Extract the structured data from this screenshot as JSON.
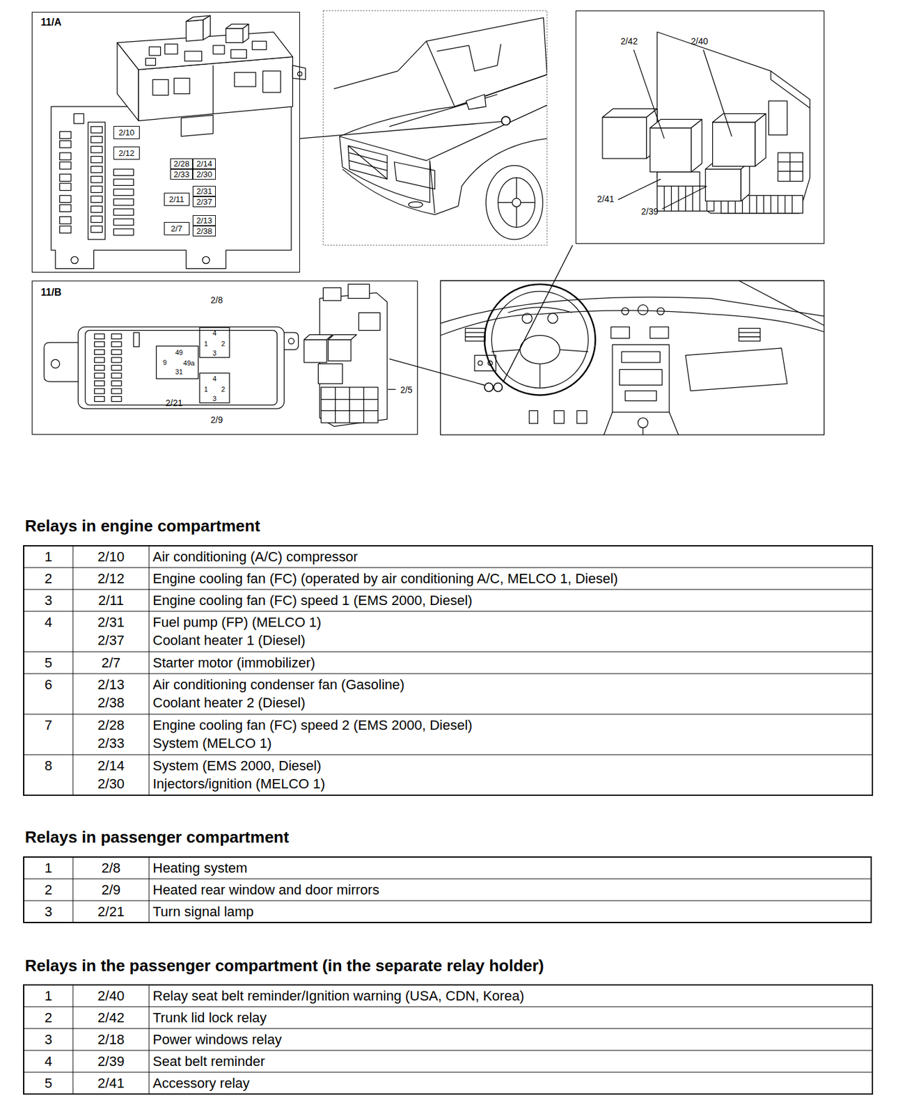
{
  "diagram": {
    "nodes": [
      {
        "text": [
          "11/A"
        ]
      },
      {
        "text": [
          "2/10"
        ],
        "in": 0
      },
      {
        "text": [
          "2/12"
        ],
        "in": 0
      },
      {
        "text": [
          "2/28"
        ],
        "in": 0
      },
      {
        "text": [
          "2/14"
        ],
        "in": 0
      },
      {
        "text": [
          "2/33"
        ],
        "in": 0
      },
      {
        "text": [
          "2/30"
        ],
        "in": 0
      },
      {
        "text": [
          "2/11"
        ],
        "in": 0
      },
      {
        "text": [
          "2/31"
        ],
        "in": 0
      },
      {
        "text": [
          "2/37"
        ],
        "in": 0
      },
      {
        "text": [
          "2/7"
        ],
        "in": 0
      },
      {
        "text": [
          "2/13"
        ],
        "in": 0
      },
      {
        "text": [
          "2/38"
        ],
        "in": 0
      },
      {
        "text": [
          "2/42",
          "2/40",
          "2/41",
          "2/39"
        ]
      },
      {
        "text": [
          "11/B"
        ]
      }
    ],
    "labels": [
      "2/8",
      "2/21",
      "2/9",
      "2/5",
      "4",
      "1",
      "3",
      "2",
      "49",
      "9",
      "31",
      "49a",
      "4",
      "1",
      "3",
      "2",
      "Relays in engine compartment",
      "1",
      "2/10",
      "Air conditioning (A/C) compressor",
      "2",
      "2/12",
      "Engine cooling fan (FC) (operated by air conditioning A/C, MELCO 1, Diesel)",
      "3",
      "2/11",
      "Engine cooling fan (FC) speed 1 (EMS 2000, Diesel)",
      "4",
      "2/31",
      "2/37",
      "Fuel pump (FP) (MELCO 1)",
      "Coolant heater 1 (Diesel)",
      "5",
      "2/7",
      "Starter motor (immobilizer)",
      "6",
      "2/13",
      "2/38",
      "Air conditioning condenser fan (Gasoline)",
      "Coolant heater 2 (Diesel)",
      "7",
      "2/28",
      "2/33",
      "Engine cooling fan (FC) speed 2 (EMS 2000, Diesel)",
      "System (MELCO 1)",
      "8",
      "2/14",
      "2/30",
      "System (EMS 2000, Diesel)",
      "Injectors/ignition (MELCO 1)",
      "Relays in passenger compartment",
      "1",
      "2/8",
      "Heating system",
      "2",
      "2/9",
      "Heated rear window and door mirrors",
      "3",
      "2/21",
      "Turn signal lamp",
      "Relays in the passenger compartment (in the separate relay holder)",
      "1",
      "2/40",
      "Relay seat belt reminder/Ignition warning (USA, CDN, Korea)",
      "2",
      "2/42",
      "Trunk lid lock relay",
      "3",
      "2/18",
      "Power windows relay",
      "4",
      "2/39",
      "Seat belt reminder",
      "5",
      "2/41",
      "Accessory relay"
    ]
  }
}
